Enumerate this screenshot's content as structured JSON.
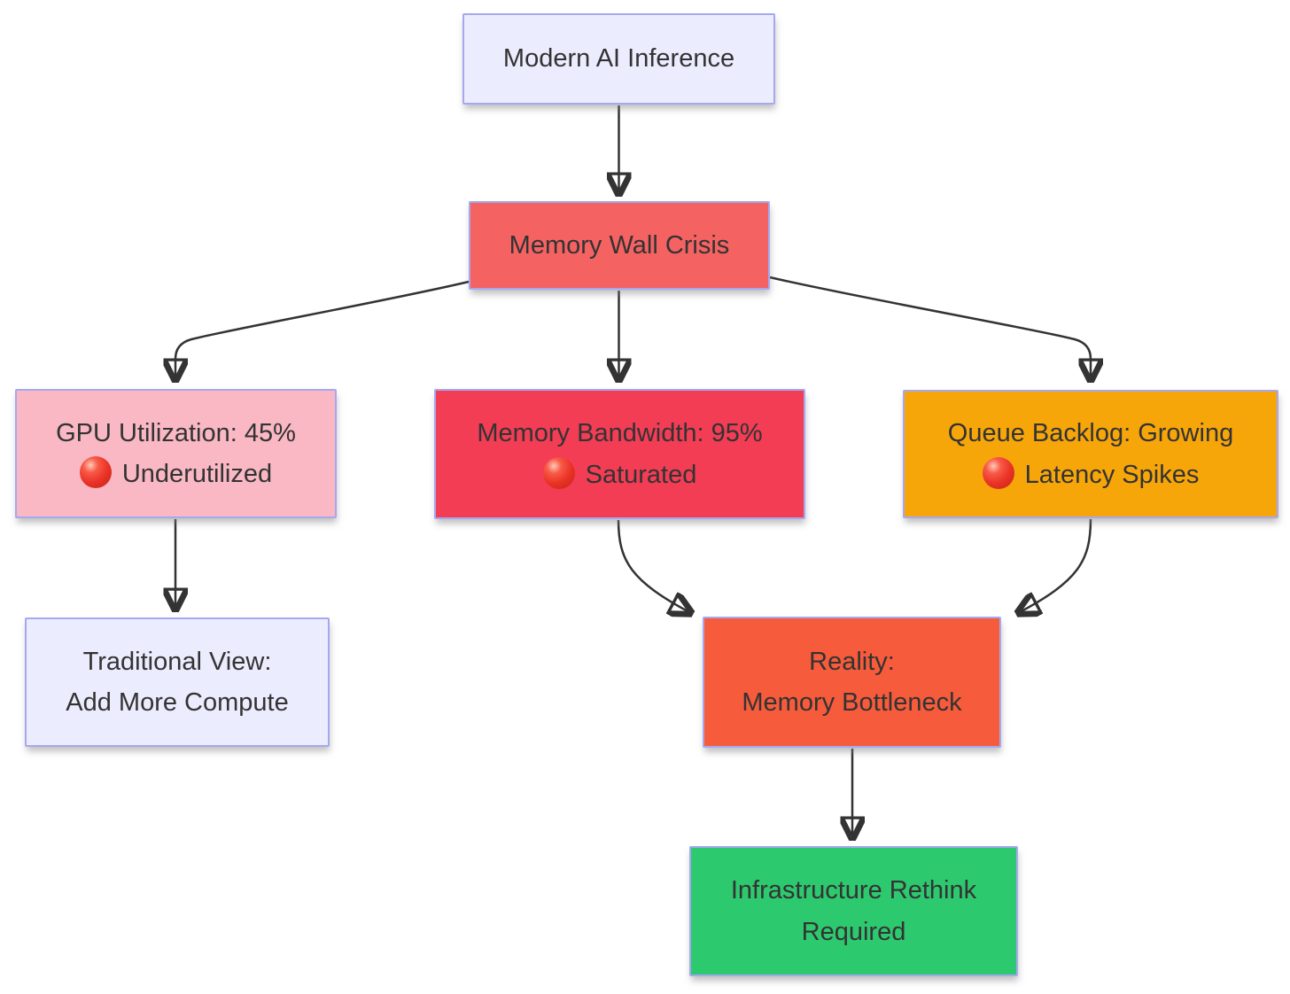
{
  "diagram": {
    "type": "flowchart",
    "direction": "top-down",
    "colors": {
      "background": "#FFFFFF",
      "node_border": "#A6A8EF",
      "edge_color": "#333333",
      "text_color": "#333333",
      "default_fill": "#ECECFF",
      "memory_wall_fill": "#F56262",
      "gpu_fill": "#F9B8C3",
      "bandwidth_fill": "#F23D55",
      "queue_fill": "#F7A60A",
      "reality_fill": "#F65B3B",
      "rethink_fill": "#2DC96E"
    },
    "nodes": {
      "modern_ai": {
        "label": "Modern AI Inference",
        "fill": "#ECECFF"
      },
      "memory_wall": {
        "label": "Memory Wall Crisis",
        "fill": "#F56262"
      },
      "gpu_util": {
        "line1": "GPU Utilization: 45%",
        "status_icon": "red-circle",
        "line2": "Underutilized",
        "fill": "#F9B8C3"
      },
      "mem_bw": {
        "line1": "Memory Bandwidth: 95%",
        "status_icon": "red-circle",
        "line2": "Saturated",
        "fill": "#F23D55"
      },
      "queue": {
        "line1": "Queue Backlog: Growing",
        "status_icon": "red-circle",
        "line2": "Latency Spikes",
        "fill": "#F7A60A"
      },
      "traditional": {
        "line1": "Traditional View:",
        "line2": "Add More Compute",
        "fill": "#ECECFF"
      },
      "reality": {
        "line1": "Reality:",
        "line2": "Memory Bottleneck",
        "fill": "#F65B3B"
      },
      "rethink": {
        "line1": "Infrastructure Rethink",
        "line2": "Required",
        "fill": "#2DC96E"
      }
    },
    "edges": [
      {
        "from": "modern_ai",
        "to": "memory_wall"
      },
      {
        "from": "memory_wall",
        "to": "gpu_util"
      },
      {
        "from": "memory_wall",
        "to": "mem_bw"
      },
      {
        "from": "memory_wall",
        "to": "queue"
      },
      {
        "from": "gpu_util",
        "to": "traditional"
      },
      {
        "from": "mem_bw",
        "to": "reality"
      },
      {
        "from": "queue",
        "to": "reality"
      },
      {
        "from": "reality",
        "to": "rethink"
      }
    ]
  }
}
